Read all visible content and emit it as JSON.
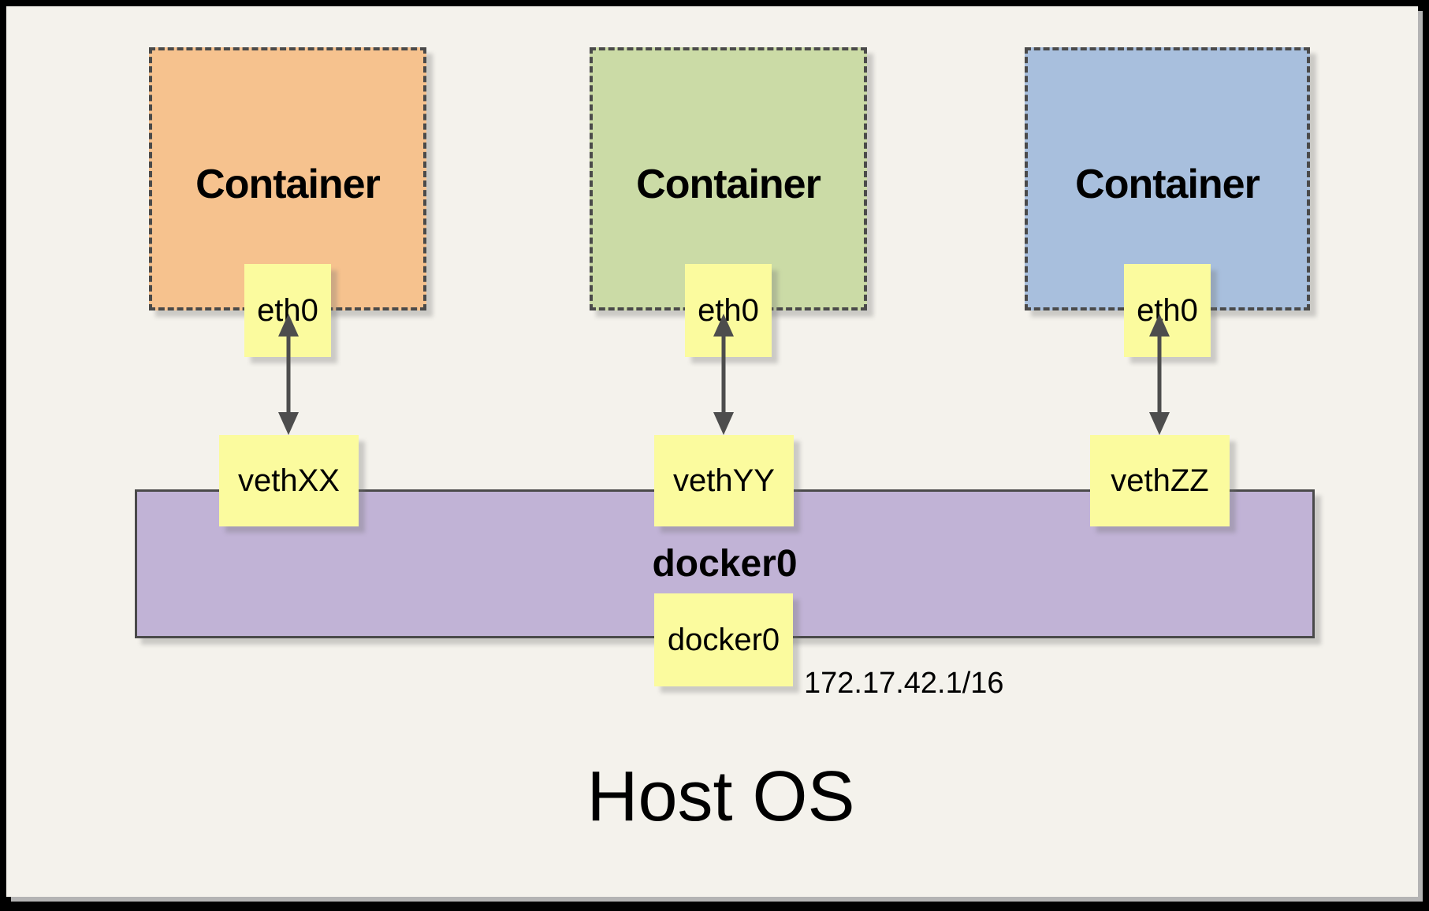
{
  "diagram": {
    "containers": [
      {
        "label": "Container",
        "interface": "eth0",
        "veth": "vethXX",
        "color": "#F6C28E"
      },
      {
        "label": "Container",
        "interface": "eth0",
        "veth": "vethYY",
        "color": "#CBDBA6"
      },
      {
        "label": "Container",
        "interface": "eth0",
        "veth": "vethZZ",
        "color": "#A8BFDD"
      }
    ],
    "bridge": {
      "label": "docker0",
      "interface_box": "docker0",
      "ip": "172.17.42.1/16",
      "color": "#C1B3D6"
    },
    "host": {
      "label": "Host OS"
    },
    "colors": {
      "background": "#F4F2EC",
      "frame": "#000000",
      "note_yellow": "#FBFB9E",
      "border_gray": "#4a4a4a",
      "arrow_gray": "#4d4d4d"
    }
  }
}
